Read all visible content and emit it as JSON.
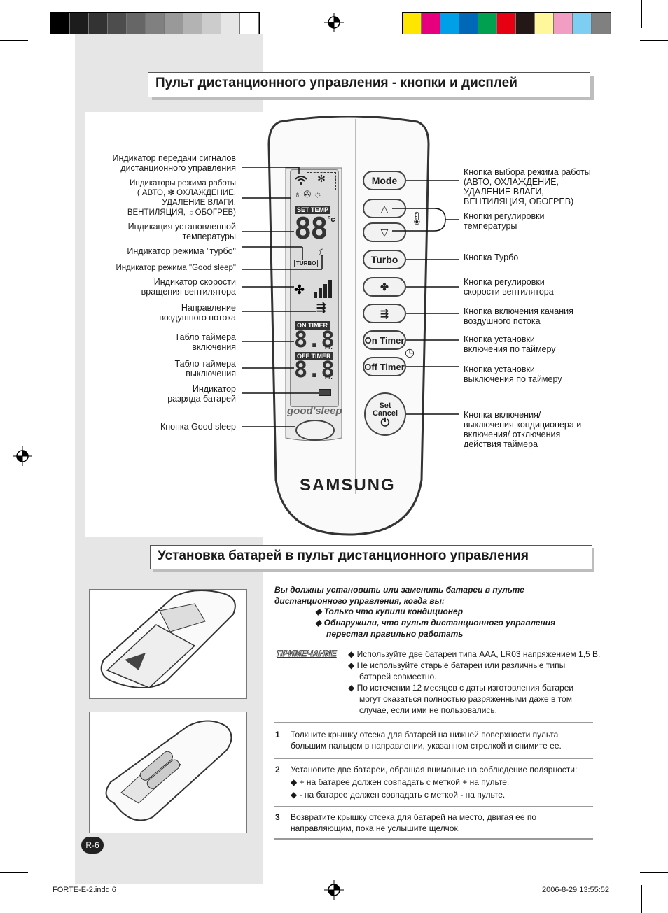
{
  "header": {
    "title": "Пульт дистанционного управления - кнопки и дисплей"
  },
  "grayscale_swatches": [
    "#000000",
    "#1c1c1c",
    "#333333",
    "#4d4d4d",
    "#666666",
    "#808080",
    "#999999",
    "#b3b3b3",
    "#cccccc",
    "#e6e6e6",
    "#ffffff"
  ],
  "color_swatches": [
    "#ffe600",
    "#e6007e",
    "#00a0e9",
    "#0068b7",
    "#00a051",
    "#e60012",
    "#231815",
    "#fff799",
    "#f19ec2",
    "#7ecef4",
    "#808080"
  ],
  "left_labels": [
    {
      "lines": [
        "Индикатор передачи сигналов",
        "дистанционного управления"
      ]
    },
    {
      "lines": [
        "Индикаторы режима работы",
        "( АВТО, ✻ ОХЛАЖДЕНИЕ,",
        "УДАЛЕНИЕ ВЛАГИ,",
        "ВЕНТИЛЯЦИЯ, ☼ОБОГРЕВ)"
      ]
    },
    {
      "lines": [
        "Индикация установленной",
        "температуры"
      ]
    },
    {
      "lines": [
        "Индикатор режима \"турбо\""
      ]
    },
    {
      "lines": [
        "Индикатор режима \"Good sleep\""
      ]
    },
    {
      "lines": [
        "Индикатор скорости",
        "вращения вентилятора"
      ]
    },
    {
      "lines": [
        "Направление",
        "воздушного потока"
      ]
    },
    {
      "lines": [
        "Табло таймера",
        "включения"
      ]
    },
    {
      "lines": [
        "Табло таймера",
        "выключения"
      ]
    },
    {
      "lines": [
        "Индикатор",
        "разряда батарей"
      ]
    },
    {
      "lines": [
        "Кнопка  Good sleep"
      ]
    }
  ],
  "right_labels": [
    {
      "lines": [
        "Кнопка выбора режима работы",
        "(АВТО, ОХЛАЖДЕНИЕ,",
        "УДАЛЕНИЕ ВЛАГИ,",
        "ВЕНТИЛЯЦИЯ, ОБОГРЕВ)"
      ]
    },
    {
      "lines": [
        "Кнопки регулировки",
        "температуры"
      ]
    },
    {
      "lines": [
        "Кнопка Турбо"
      ]
    },
    {
      "lines": [
        "Кнопка регулировки",
        "скорости вентилятора"
      ]
    },
    {
      "lines": [
        "Кнопка включения качания",
        "воздушного потока"
      ]
    },
    {
      "lines": [
        "Кнопка установки",
        "включения по таймеру"
      ]
    },
    {
      "lines": [
        "Кнопка установки",
        "выключения по таймеру"
      ]
    },
    {
      "lines": [
        "Кнопка включения/",
        "выключения кондиционера и",
        "включения/ отключения",
        "действия таймера"
      ]
    }
  ],
  "remote": {
    "set_temp": "SET TEMP",
    "temp_digits": "88",
    "temp_unit": "°c",
    "turbo_tag": "TURBO",
    "on_timer_tag": "ON TIMER",
    "off_timer_tag": "OFF TIMER",
    "timer_digits": "8.8",
    "hr": "Hr.",
    "goodsleep_logo": "good'sleep",
    "brand": "SAMSUNG",
    "btn_mode": "Mode",
    "btn_up": "△",
    "btn_down": "▽",
    "btn_turbo": "Turbo",
    "btn_on_timer": "On Timer",
    "btn_off_timer": "Off Timer",
    "btn_set": "Set",
    "btn_cancel": "Cancel"
  },
  "section2": {
    "title": "Установка батарей в пульт дистанционного управления",
    "intro_lines": [
      "Вы должны установить или заменить батареи в пульте",
      "дистанционного управления, когда вы:"
    ],
    "intro_bullets": [
      [
        "Только что купили кондиционер"
      ],
      [
        "Обнаружили, что пульт дистанционного управления",
        "перестал правильно работать"
      ]
    ],
    "note_label": "ПРИМЕЧАНИЕ",
    "notes": [
      [
        "Используйте две батареи типа AAA, LR03 напряжением 1,5 В."
      ],
      [
        "Не используйте старые батареи или различные типы",
        "батарей совместно."
      ],
      [
        "По истечении 12 месяцев с даты изготовления батареи",
        "могут оказаться полностью разряженными даже в том",
        "случае, если ими не пользовались."
      ]
    ],
    "steps": [
      {
        "num": "1",
        "lines": [
          "Толкните крышку отсека для батарей на нижней поверхности пульта",
          "большим пальцем в направлении, указанном стрелкой и снимите ее."
        ],
        "bullets": []
      },
      {
        "num": "2",
        "lines": [
          "Установите две батареи, обращая внимание на соблюдение полярности:"
        ],
        "bullets": [
          "+ на батарее должен совпадать с меткой + на пульте.",
          "- на батарее должен совпадать с меткой - на пульте."
        ]
      },
      {
        "num": "3",
        "lines": [
          "Возвратите крышку отсека для батарей на место, двигая ее по",
          "направляющим, пока не услышите щелчок."
        ],
        "bullets": []
      }
    ]
  },
  "page_badge": "R-6",
  "footer": {
    "file": "FORTE-E-2.indd   6",
    "date": "2006-8-29   13:55:52"
  }
}
